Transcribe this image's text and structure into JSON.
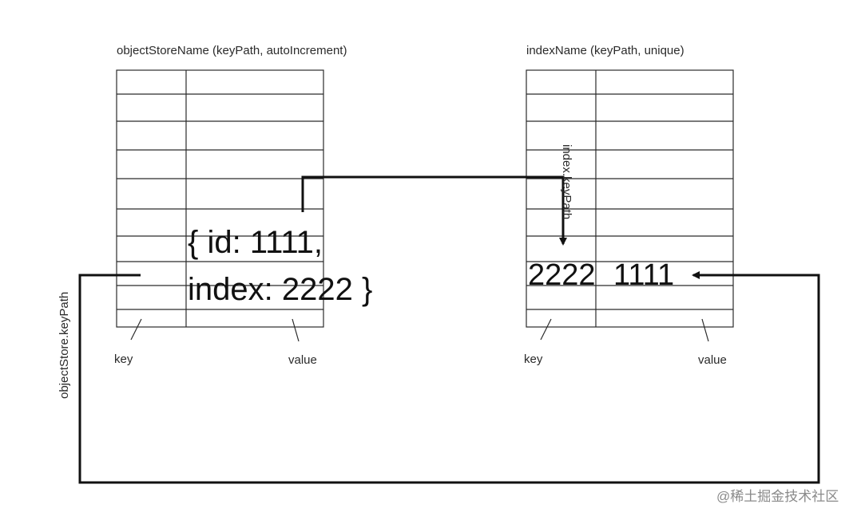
{
  "object_store": {
    "title": "objectStoreName (keyPath, autoIncrement)",
    "key_label": "key",
    "value_label": "value",
    "record_line1": "{ id: 1111,",
    "record_line2": "index: 2222 }",
    "keypath_label": "objectStore.keyPath"
  },
  "index": {
    "title": "indexName (keyPath, unique)",
    "key_label": "key",
    "value_label": "value",
    "key_value": "2222",
    "primary_key_value": "1111",
    "keypath_label": "index.keyPath"
  },
  "watermark": "@稀土掘金技术社区",
  "colors": {
    "line": "#2b2b2b",
    "arrow": "#111111",
    "text": "#1a1a1a",
    "watermark": "#8a8a8a"
  }
}
